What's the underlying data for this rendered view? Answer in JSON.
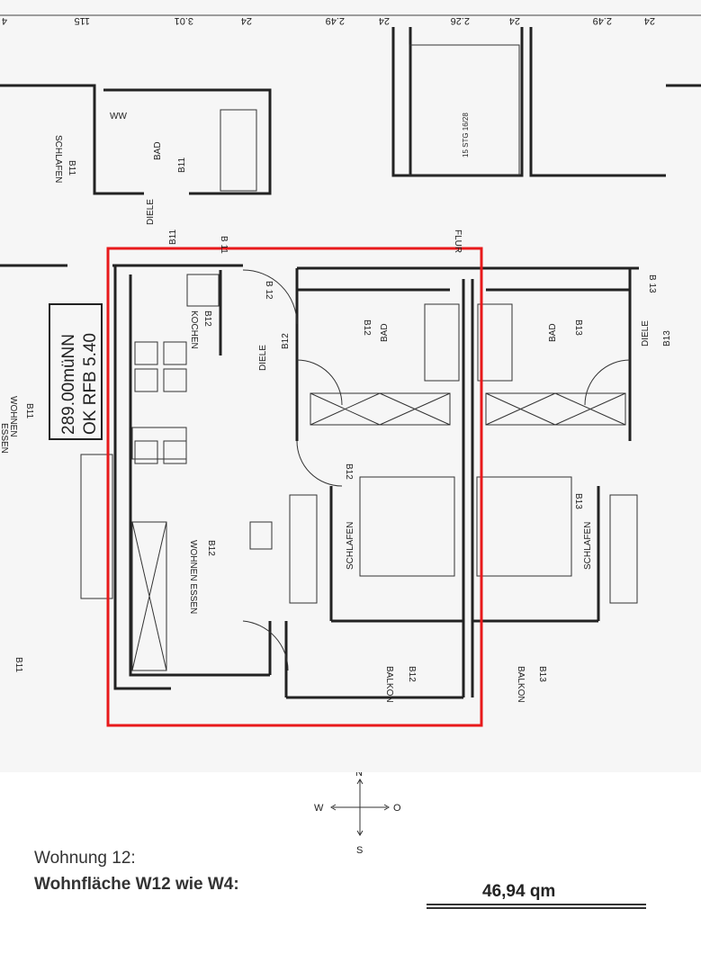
{
  "plan": {
    "dimensions_top": [
      "4",
      "115",
      "3.01",
      "24",
      "2.49",
      "24",
      "2.26",
      "24",
      "2.49",
      "24"
    ],
    "rooms": {
      "schlafen_b11": "SCHLAFEN",
      "schlafen_b11_no": "B11",
      "bad_b11": "BAD",
      "bad_b11_no": "B11",
      "diele_b11": "DIELE",
      "diele_b11_no": "B11",
      "door_b11": "B 11",
      "flur": "FLUR",
      "stair": "15 STG 16/28",
      "wohnen_b11": "WOHNEN",
      "essen_b11": "ESSEN",
      "wohnen_b11_no": "B11",
      "b11_lower": "B11",
      "kochen_b12": "KOCHEN",
      "kochen_b12_no": "B12",
      "diele_b12": "DIELE",
      "diele_b12_no": "B12",
      "door_b12": "B 12",
      "bad_b12": "BAD",
      "bad_b12_no": "B12",
      "wohnen_b12": "WOHNEN ESSEN",
      "wohnen_b12_no": "B12",
      "schlafen_b12": "SCHLAFEN",
      "schlafen_b12_no": "B12",
      "balkon_b12": "BALKON",
      "balkon_b12_no": "B12",
      "bad_b13": "BAD",
      "bad_b13_no": "B13",
      "diele_b13": "DIELE",
      "diele_b13_no": "B13",
      "door_b13": "B 13",
      "schlafen_b13": "SCHLAFEN",
      "schlafen_b13_no": "B13",
      "balkon_b13": "BALKON",
      "balkon_b13_no": "B13",
      "wc": "WW"
    },
    "elevation_line1": "289.00müNN",
    "elevation_line2": "OK RFB 5.40",
    "highlight_color": "#e8191b"
  },
  "compass": {
    "n": "N",
    "s": "S",
    "w": "W",
    "o": "O"
  },
  "info": {
    "title": "Wohnung 12:",
    "area_label": "Wohnfläche W12 wie W4:",
    "area_value": "46,94 qm"
  }
}
